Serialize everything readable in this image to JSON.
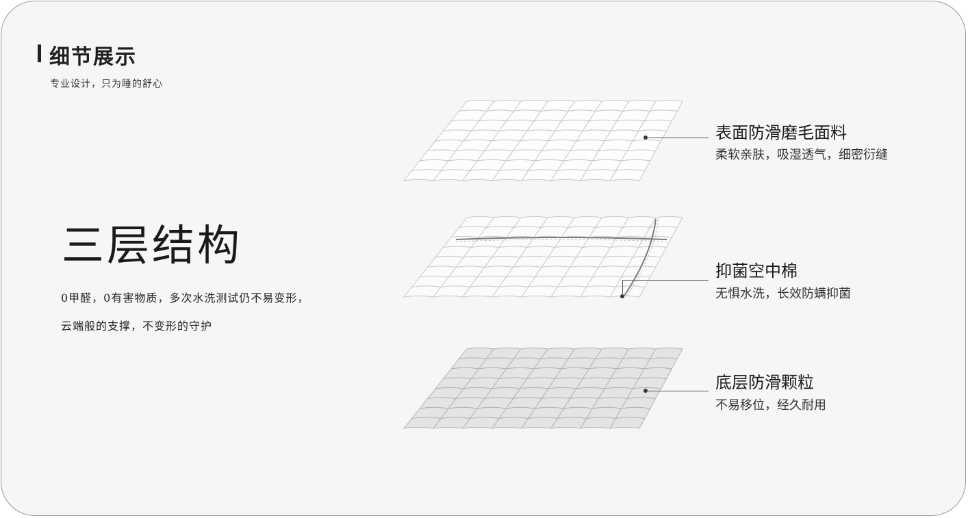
{
  "header": {
    "title": "细节展示",
    "subtitle": "专业设计，只为睡的舒心"
  },
  "main": {
    "title": "三层结构",
    "desc_line1": "0甲醛，0有害物质，多次水洗测试仍不易变形，",
    "desc_line2": "云端般的支撑，不变形的守护"
  },
  "layers": [
    {
      "title": "表面防滑磨毛面料",
      "desc": "柔软亲肤，吸湿透气，细密衍缝"
    },
    {
      "title": "抑菌空中棉",
      "desc": "无惧水洗，长效防螨抑菌"
    },
    {
      "title": "底层防滑颗粒",
      "desc": "不易移位，经久耐用"
    }
  ],
  "colors": {
    "background": "#f6f6f6",
    "border": "#9a9a9a",
    "text": "#1a1a1a"
  }
}
